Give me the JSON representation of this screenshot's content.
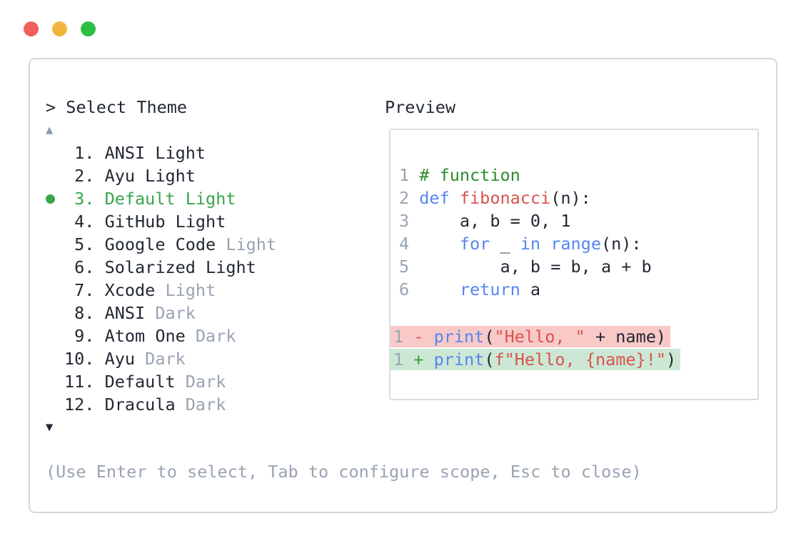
{
  "colors": {
    "text": "#222833",
    "muted": "#99a3b2",
    "green": "#38a44c",
    "arrow": "#8c99ad",
    "panel-border": "#d3d8e0",
    "box-border": "#d9dde4",
    "comment": "#2e8b2e",
    "keyword": "#5585f0",
    "red": "#d9534f",
    "diff-del-bg": "#f8c9c7",
    "diff-add-bg": "#cce8d4",
    "diff-minus": "#d9534f",
    "diff-plus": "#2f9e41",
    "light-red": "#f15f5b",
    "light-yellow": "#f3b43e",
    "light-green": "#2dbf44"
  },
  "panel": {
    "prompt": "> Select Theme",
    "scroll_up": "▲",
    "scroll_down": "▼",
    "themes": [
      {
        "number": "1.",
        "name": "ANSI Light",
        "muted": ""
      },
      {
        "number": "2.",
        "name": "Ayu Light",
        "muted": ""
      },
      {
        "number": "3.",
        "name": "Default Light",
        "muted": "",
        "selected": true
      },
      {
        "number": "4.",
        "name": "GitHub Light",
        "muted": ""
      },
      {
        "number": "5.",
        "name": "Google Code",
        "muted": " Light"
      },
      {
        "number": "6.",
        "name": "Solarized Light",
        "muted": ""
      },
      {
        "number": "7.",
        "name": "Xcode",
        "muted": " Light"
      },
      {
        "number": "8.",
        "name": "ANSI",
        "muted": " Dark"
      },
      {
        "number": "9.",
        "name": "Atom One",
        "muted": " Dark"
      },
      {
        "number": "10.",
        "name": "Ayu",
        "muted": " Dark"
      },
      {
        "number": "11.",
        "name": "Default",
        "muted": " Dark"
      },
      {
        "number": "12.",
        "name": "Dracula",
        "muted": " Dark"
      }
    ],
    "help": "(Use Enter to select, Tab to configure scope, Esc to close)"
  },
  "preview": {
    "label": "Preview",
    "code": [
      {
        "num": "1",
        "tokens": [
          {
            "c": "com",
            "t": "# function"
          }
        ]
      },
      {
        "num": "2",
        "tokens": [
          {
            "c": "k",
            "t": "def "
          },
          {
            "c": "f",
            "t": "fibonacci"
          },
          {
            "c": "p",
            "t": "(n):"
          }
        ]
      },
      {
        "num": "3",
        "tokens": [
          {
            "c": "p",
            "t": "    a, b = 0, 1"
          }
        ]
      },
      {
        "num": "4",
        "tokens": [
          {
            "c": "p",
            "t": "    "
          },
          {
            "c": "k",
            "t": "for"
          },
          {
            "c": "p",
            "t": " _ "
          },
          {
            "c": "k",
            "t": "in"
          },
          {
            "c": "p",
            "t": " "
          },
          {
            "c": "k",
            "t": "range"
          },
          {
            "c": "p",
            "t": "(n):"
          }
        ]
      },
      {
        "num": "5",
        "tokens": [
          {
            "c": "p",
            "t": "        a, b = b, a + b"
          }
        ]
      },
      {
        "num": "6",
        "tokens": [
          {
            "c": "p",
            "t": "    "
          },
          {
            "c": "k",
            "t": "return"
          },
          {
            "c": "p",
            "t": " a"
          }
        ]
      }
    ],
    "diff": {
      "removed": {
        "num": "1 ",
        "sign": "- ",
        "tokens": [
          {
            "c": "k",
            "t": "print"
          },
          {
            "c": "p",
            "t": "("
          },
          {
            "c": "s",
            "t": "\"Hello, \""
          },
          {
            "c": "p",
            "t": " + name)"
          }
        ]
      },
      "added": {
        "num": "1 ",
        "sign": "+ ",
        "tokens": [
          {
            "c": "k",
            "t": "print"
          },
          {
            "c": "p",
            "t": "("
          },
          {
            "c": "s",
            "t": "f\"Hello, {name}!\""
          },
          {
            "c": "p",
            "t": ")"
          }
        ]
      }
    }
  }
}
